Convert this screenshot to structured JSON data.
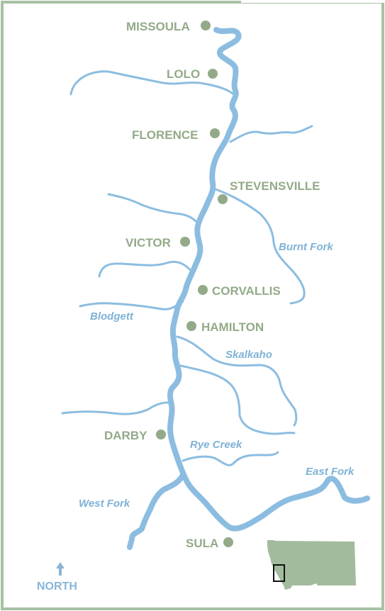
{
  "towns": [
    {
      "name": "MISSOULA"
    },
    {
      "name": "LOLO"
    },
    {
      "name": "FLORENCE"
    },
    {
      "name": "STEVENSVILLE"
    },
    {
      "name": "VICTOR"
    },
    {
      "name": "CORVALLIS"
    },
    {
      "name": "HAMILTON"
    },
    {
      "name": "DARBY"
    },
    {
      "name": "SULA"
    }
  ],
  "tributaries": [
    {
      "name": "Burnt Fork"
    },
    {
      "name": "Blodgett"
    },
    {
      "name": "Skalkaho"
    },
    {
      "name": "Rye Creek"
    },
    {
      "name": "East Fork"
    },
    {
      "name": "West Fork"
    }
  ],
  "north": {
    "label": "NORTH"
  },
  "colors": {
    "river": "#8cbde0",
    "tributary": "#8cbde0",
    "town": "#93aa88",
    "frame": "#a9c0a5",
    "state": "#a2bb9c"
  }
}
